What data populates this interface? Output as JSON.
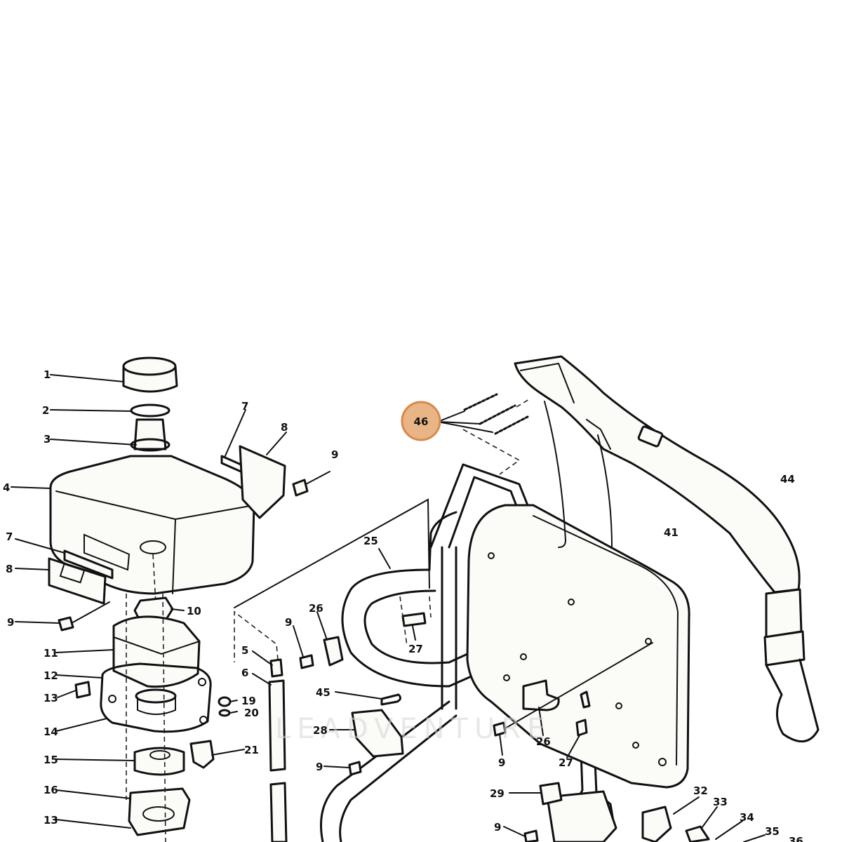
{
  "diagram": {
    "labels": {
      "l1": "1",
      "l2": "2",
      "l3": "3",
      "l4": "4",
      "l7a": "7",
      "l7b": "7",
      "l8a": "8",
      "l8b": "8",
      "l9a": "9",
      "l9b": "9",
      "l9c": "9",
      "l9d": "9",
      "l9e": "9",
      "l9f": "9",
      "l10": "10",
      "l11": "11",
      "l12": "12",
      "l13a": "13",
      "l13b": "13",
      "l14": "14",
      "l15": "15",
      "l16": "16",
      "l19": "19",
      "l20": "20",
      "l21": "21",
      "l5": "5",
      "l6": "6",
      "l25": "25",
      "l26a": "26",
      "l26b": "26",
      "l27a": "27",
      "l27b": "27",
      "l28": "28",
      "l29": "29",
      "l32": "32",
      "l33": "33",
      "l34": "34",
      "l35": "35",
      "l36": "36",
      "l41": "41",
      "l44": "44",
      "l45": "45",
      "l46": "46"
    },
    "highlight_label": "46",
    "highlight_color": "#e9b486",
    "watermark": "LEADVENTURE"
  }
}
